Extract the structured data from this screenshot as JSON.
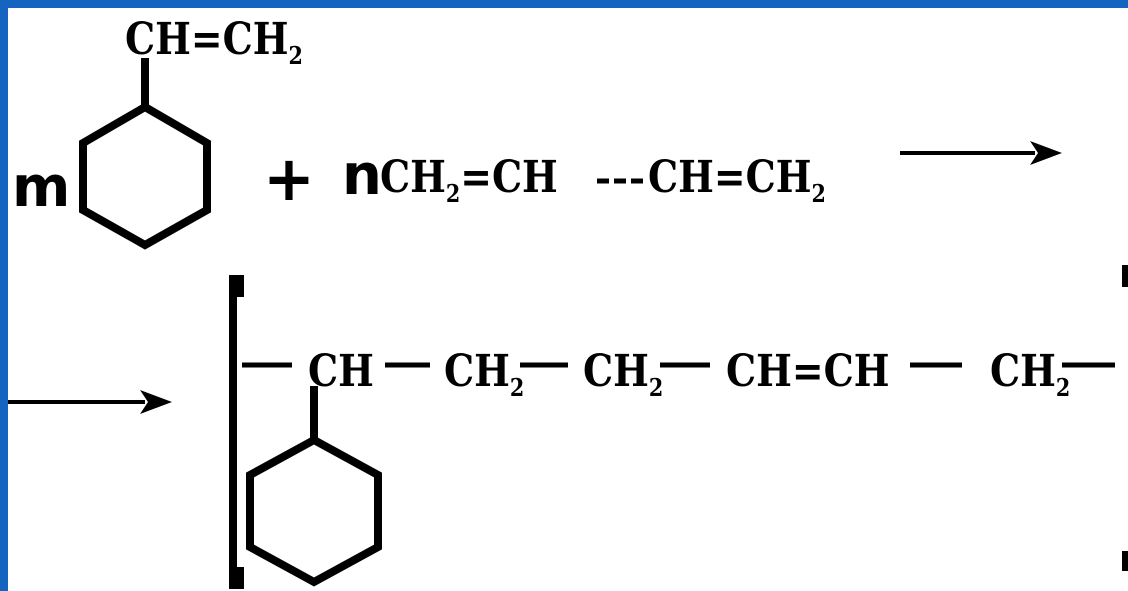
{
  "reactants": {
    "styrene": {
      "group": "CH=CH",
      "sub": "2",
      "coefficient": "m"
    },
    "plus": "+",
    "butadiene": {
      "coefficient": "n",
      "part1": "CH",
      "sub1": "2",
      "part2": "=CH",
      "part3": "CH=CH",
      "sub3": "2"
    }
  },
  "product": {
    "ch": "CH",
    "ch2a": "CH",
    "ch2a_sub": "2",
    "ch2b": "CH",
    "ch2b_sub": "2",
    "chch": "CH=CH",
    "ch2c": "CH",
    "ch2c_sub": "2"
  },
  "colors": {
    "frame": "#1565c0",
    "background": "#ffffff",
    "ink": "#000000"
  }
}
